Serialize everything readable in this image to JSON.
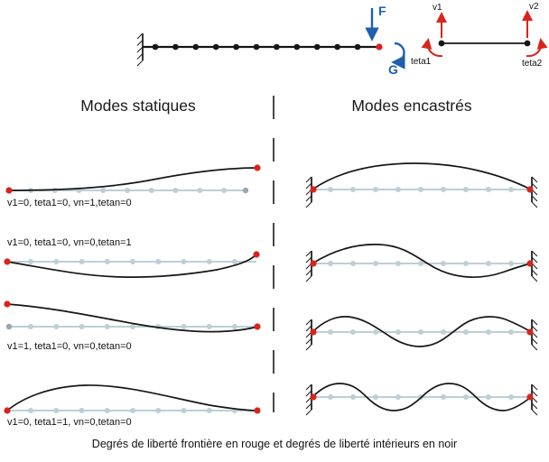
{
  "figure": {
    "left_header": "Modes statiques",
    "right_header": "Modes encastrés",
    "caption": "Degrés de liberté frontière en rouge et degrés de liberté intérieurs en noir"
  },
  "loaded_beam": {
    "force_label": "F",
    "moment_label": "G",
    "interior_node_count": 11
  },
  "element_dofs": {
    "v1": "v1",
    "v2": "v2",
    "teta1": "teta1",
    "teta2": "teta2"
  },
  "static_modes": [
    {
      "label": "v1=0, teta1=0, vn=1,tetan=0"
    },
    {
      "label": "v1=0, teta1=0, vn=0,tetan=1"
    },
    {
      "label": "v1=1, teta1=0, vn=0,tetan=0"
    },
    {
      "label": "v1=0, teta1=1, vn=0,tetan=0"
    }
  ],
  "clamped_modes": [
    {
      "half_waves": 1
    },
    {
      "half_waves": 2
    },
    {
      "half_waves": 3
    },
    {
      "half_waves": 4
    }
  ],
  "colors": {
    "force_blue": "#1e5fae",
    "dof_red": "#d8251c",
    "baseline_pale": "#bccfd6",
    "ink": "#161616",
    "gray_node": "#98a7ad"
  }
}
